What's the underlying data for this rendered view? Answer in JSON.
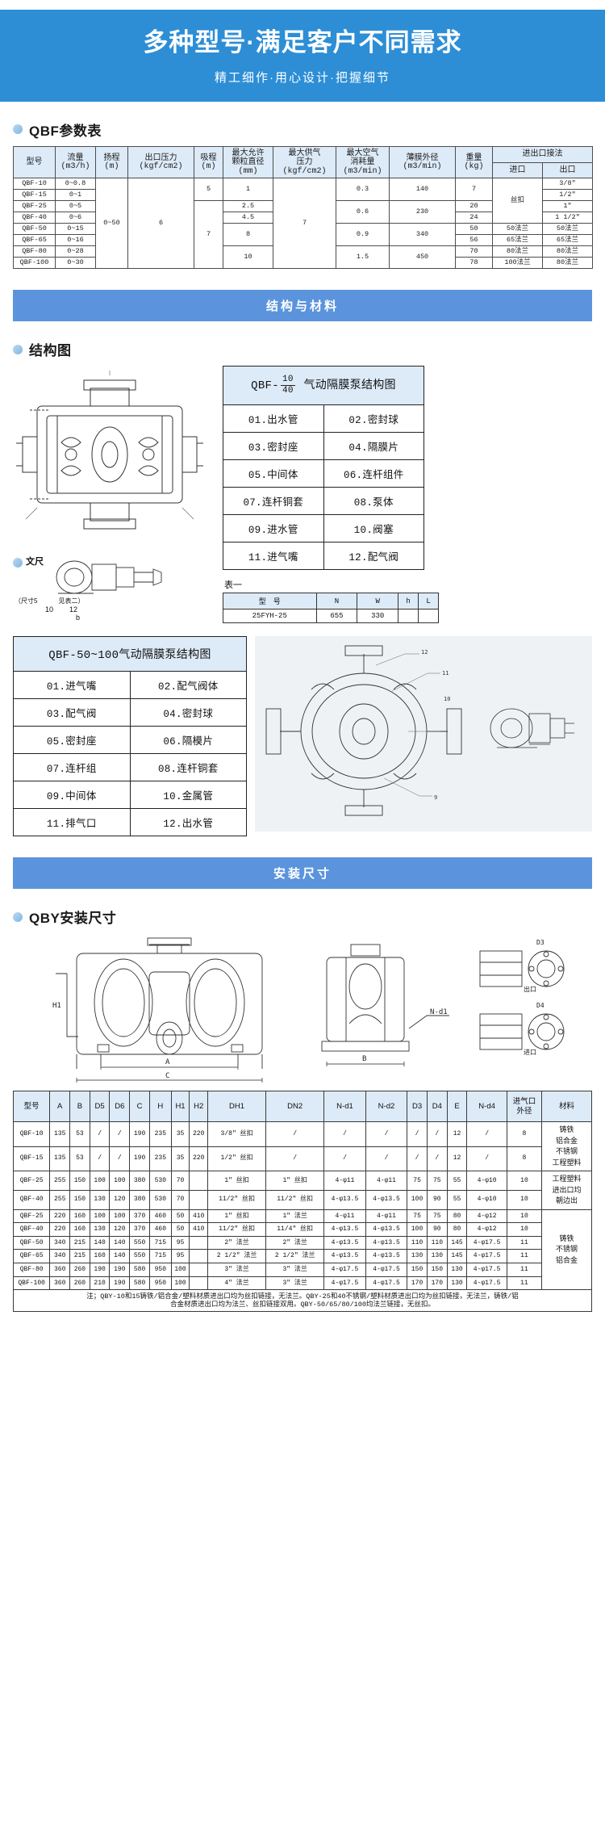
{
  "hero": {
    "title": "多种型号·满足客户不同需求",
    "subtitle": "精工细作·用心设计·把握细节"
  },
  "sections": {
    "param_heading": "QBF参数表",
    "band_structure": "结构与材料",
    "struct_heading": "结构图",
    "band_install": "安装尺寸",
    "install_heading": "QBY安装尺寸"
  },
  "param_table": {
    "headers": {
      "model": "型号",
      "flow": "流量\n(m3/h)",
      "head": "扬程\n(m)",
      "outlet_pressure": "出口压力\n(kgf/cm2)",
      "suction": "吸程\n(m)",
      "max_particle": "最大允许\n颗粒直径\n(mm)",
      "max_air_supply": "最大供气\n压力\n(kgf/cm2)",
      "max_air_consume": "最大空气\n消耗量\n(m3/min)",
      "membrane_od": "薄膜外径\n(m3/min)",
      "weight": "重量\n(kg)",
      "connection": "进出口接法",
      "inlet": "进口",
      "outlet": "出口"
    },
    "rows": [
      {
        "model": "QBF-10",
        "flow": "0~0.8",
        "head": "0~50",
        "pressure": "6",
        "suction": "5",
        "particle": "1",
        "air_supply": "7",
        "air_consume": "0.3",
        "membrane": "140",
        "weight": "7",
        "inlet": "丝扣",
        "outlet": "3/8\""
      },
      {
        "model": "QBF-15",
        "flow": "0~1",
        "head": "",
        "pressure": "",
        "suction": "",
        "particle": "",
        "air_supply": "",
        "air_consume": "",
        "membrane": "",
        "weight": "",
        "inlet": "",
        "outlet": "1/2\""
      },
      {
        "model": "QBF-25",
        "flow": "0~5",
        "head": "",
        "pressure": "",
        "suction": "7",
        "particle": "2.5",
        "air_supply": "",
        "air_consume": "0.6",
        "membrane": "230",
        "weight": "20",
        "inlet": "",
        "outlet": "1\""
      },
      {
        "model": "QBF-40",
        "flow": "0~6",
        "head": "",
        "pressure": "",
        "suction": "",
        "particle": "4.5",
        "air_supply": "",
        "air_consume": "",
        "membrane": "",
        "weight": "24",
        "inlet": "",
        "outlet": "1 1/2\""
      },
      {
        "model": "QBF-50",
        "flow": "0~15",
        "head": "",
        "pressure": "",
        "suction": "",
        "particle": "8",
        "air_supply": "",
        "air_consume": "0.9",
        "membrane": "340",
        "weight": "50",
        "inlet": "50法兰",
        "outlet": "50法兰"
      },
      {
        "model": "QBF-65",
        "flow": "0~16",
        "head": "",
        "pressure": "",
        "suction": "",
        "particle": "",
        "air_supply": "",
        "air_consume": "",
        "membrane": "",
        "weight": "56",
        "inlet": "65法兰",
        "outlet": "65法兰"
      },
      {
        "model": "QBF-80",
        "flow": "0~28",
        "head": "",
        "pressure": "",
        "suction": "",
        "particle": "10",
        "air_supply": "",
        "air_consume": "1.5",
        "membrane": "450",
        "weight": "70",
        "inlet": "80法兰",
        "outlet": "80法兰"
      },
      {
        "model": "QBF-100",
        "flow": "0~30",
        "head": "",
        "pressure": "",
        "suction": "",
        "particle": "",
        "air_supply": "",
        "air_consume": "",
        "membrane": "",
        "weight": "78",
        "inlet": "100法兰",
        "outlet": "80法兰"
      }
    ]
  },
  "parts_table_small": {
    "title_prefix": "QBF-",
    "title_num": "10",
    "title_den": "40",
    "title_suffix": "气动隔膜泵结构图",
    "items": [
      "01.出水管",
      "02.密封球",
      "03.密封座",
      "04.隔膜片",
      "05.中间体",
      "06.连杆组件",
      "07.连杆铜套",
      "08.泵体",
      "09.进水管",
      "10.阀塞",
      "11.进气嘴",
      "12.配气阀"
    ]
  },
  "parts_table_large": {
    "title": "QBF-50~100气动隔膜泵结构图",
    "items": [
      "01.进气嘴",
      "02.配气阀体",
      "03.配气阀",
      "04.密封球",
      "05.密封座",
      "06.隔模片",
      "07.连杆组",
      "08.连杆铜套",
      "09.中间体",
      "10.金属管",
      "11.排气口",
      "12.出水管"
    ]
  },
  "table_one": {
    "label": "表一",
    "headers": [
      "型　号",
      "N",
      "W",
      "h",
      "L"
    ],
    "rows": [
      [
        "25FYH-25",
        "655",
        "330",
        "",
        ""
      ]
    ]
  },
  "diagram_labels": {
    "fig_caption": "文尺",
    "size_note": "（尺寸5",
    "see_note": "见表二）",
    "dim_10": "10",
    "dim_12": "12",
    "dim_b": "b"
  },
  "dim_table": {
    "headers": [
      "型号",
      "A",
      "B",
      "D5",
      "D6",
      "C",
      "H",
      "H1",
      "H2",
      "DH1",
      "DN2",
      "N-d1",
      "N-d2",
      "D3",
      "D4",
      "E",
      "N-d4",
      "进气口\n外径",
      "材料"
    ],
    "rows": [
      [
        "QBF-10",
        "135",
        "53",
        "/",
        "/",
        "190",
        "235",
        "35",
        "220",
        "3/8\" 丝扣",
        "/",
        "/",
        "/",
        "/",
        "/",
        "12",
        "/",
        "8",
        ""
      ],
      [
        "QBF-15",
        "135",
        "53",
        "/",
        "/",
        "190",
        "235",
        "35",
        "220",
        "1/2\" 丝扣",
        "/",
        "/",
        "/",
        "/",
        "/",
        "12",
        "/",
        "8",
        ""
      ],
      [
        "QBF-25",
        "255",
        "150",
        "100",
        "100",
        "380",
        "530",
        "70",
        "",
        "1\" 丝扣",
        "1\" 丝扣",
        "4-φ11",
        "4-φ11",
        "75",
        "75",
        "55",
        "4-φ10",
        "10",
        ""
      ],
      [
        "QBF-40",
        "255",
        "150",
        "130",
        "120",
        "380",
        "530",
        "70",
        "",
        "11/2\" 丝扣",
        "11/2\" 丝扣",
        "4-φ13.5",
        "4-φ13.5",
        "100",
        "90",
        "55",
        "4-φ10",
        "10",
        ""
      ],
      [
        "QBF-25",
        "220",
        "160",
        "100",
        "100",
        "370",
        "460",
        "50",
        "410",
        "1\" 丝扣",
        "1\" 法兰",
        "4-φ11",
        "4-φ11",
        "75",
        "75",
        "80",
        "4-φ12",
        "10",
        ""
      ],
      [
        "QBF-40",
        "220",
        "160",
        "130",
        "120",
        "370",
        "460",
        "50",
        "410",
        "11/2\" 丝扣",
        "11/4\" 丝扣",
        "4-φ13.5",
        "4-φ13.5",
        "100",
        "90",
        "80",
        "4-φ12",
        "10",
        ""
      ],
      [
        "QBF-50",
        "340",
        "215",
        "140",
        "140",
        "550",
        "715",
        "95",
        "",
        "2\" 法兰",
        "2\" 法兰",
        "4-φ13.5",
        "4-φ13.5",
        "110",
        "110",
        "145",
        "4-φ17.5",
        "11",
        ""
      ],
      [
        "QBF-65",
        "340",
        "215",
        "160",
        "140",
        "550",
        "715",
        "95",
        "",
        "2 1/2\" 法兰",
        "2 1/2\" 法兰",
        "4-φ13.5",
        "4-φ13.5",
        "130",
        "130",
        "145",
        "4-φ17.5",
        "11",
        ""
      ],
      [
        "QBF-80",
        "360",
        "260",
        "190",
        "190",
        "580",
        "950",
        "100",
        "",
        "3\" 法兰",
        "3\" 法兰",
        "4-φ17.5",
        "4-φ17.5",
        "150",
        "150",
        "130",
        "4-φ17.5",
        "11",
        ""
      ],
      [
        "QBF-100",
        "360",
        "260",
        "210",
        "190",
        "580",
        "950",
        "100",
        "",
        "4\" 法兰",
        "3\" 法兰",
        "4-φ17.5",
        "4-φ17.5",
        "170",
        "170",
        "130",
        "4-φ17.5",
        "11",
        ""
      ]
    ],
    "materials": [
      {
        "rowspan": 2,
        "text": "铸铁\n铝合金\n不锈钢\n工程塑料"
      },
      {
        "rowspan": 2,
        "text": "工程塑料\n进出口均\n朝边出"
      },
      {
        "rowspan": 6,
        "text": "铸铁\n\n不锈钢\n\n铝合金"
      }
    ],
    "note_line1": "注；QBY-10和15铸铁/铝合金/塑料材质进出口均为丝扣链接，无法兰。QBY-25和40不锈钢/塑料材质进出口均为丝扣链接，无法兰，铸铁/铝",
    "note_line2": "合金材质进出口均为法兰、丝扣链接双用。QBY-50/65/80/100均法兰链接，无丝扣。"
  }
}
